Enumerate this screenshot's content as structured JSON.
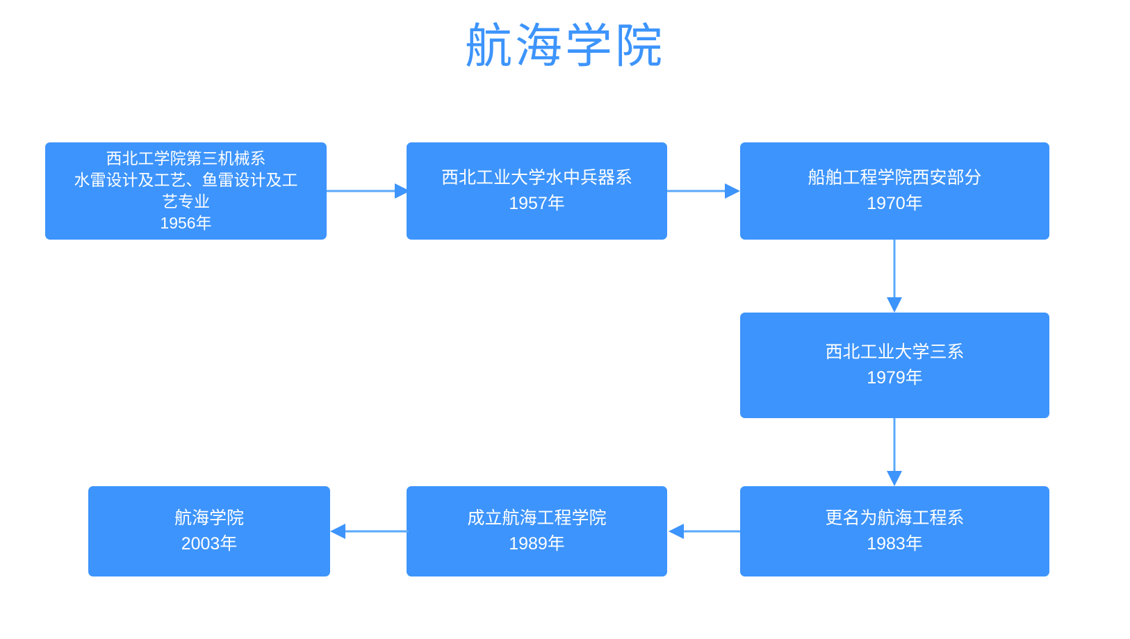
{
  "page": {
    "title": "航海学院",
    "background_color": "#ffffff",
    "accent_color": "#3d94fc",
    "node_text_color": "#ffffff"
  },
  "diagram": {
    "type": "flowchart",
    "orientation": "snake / boustrophedon (left-to-right, then down, then right-to-left)",
    "nodes": [
      {
        "id": "node-1",
        "name": "西北工学院第三机械系",
        "line1": "西北工学院第三机械系",
        "line2": "水雷设计及工艺、鱼雷设计及工",
        "line3": "艺专业",
        "line4": "1956年",
        "year": "1956年"
      },
      {
        "id": "node-2",
        "name": "西北工业大学水中兵器系",
        "line1": "西北工业大学水中兵器系",
        "line2": "1957年",
        "year": "1957年"
      },
      {
        "id": "node-3",
        "name": "船舶工程学院西安部分",
        "line1": "船舶工程学院西安部分",
        "line2": "1970年",
        "year": "1970年"
      },
      {
        "id": "node-4",
        "name": "西北工业大学三系",
        "line1": "西北工业大学三系",
        "line2": "1979年",
        "year": "1979年"
      },
      {
        "id": "node-5",
        "name": "更名为航海工程系",
        "line1": "更名为航海工程系",
        "line2": "1983年",
        "year": "1983年"
      },
      {
        "id": "node-6",
        "name": "成立航海工程学院",
        "line1": "成立航海工程学院",
        "line2": "1989年",
        "year": "1989年"
      },
      {
        "id": "node-7",
        "name": "航海学院",
        "line1": "航海学院",
        "line2": "2003年",
        "year": "2003年"
      }
    ],
    "edges": [
      {
        "id": "edge-1-2",
        "from": "node-1",
        "to": "node-2",
        "direction": "right"
      },
      {
        "id": "edge-2-3",
        "from": "node-2",
        "to": "node-3",
        "direction": "right"
      },
      {
        "id": "edge-3-4",
        "from": "node-3",
        "to": "node-4",
        "direction": "down"
      },
      {
        "id": "edge-4-5",
        "from": "node-4",
        "to": "node-5",
        "direction": "down"
      },
      {
        "id": "edge-5-6",
        "from": "node-5",
        "to": "node-6",
        "direction": "left"
      },
      {
        "id": "edge-6-7",
        "from": "node-6",
        "to": "node-7",
        "direction": "left"
      }
    ]
  }
}
